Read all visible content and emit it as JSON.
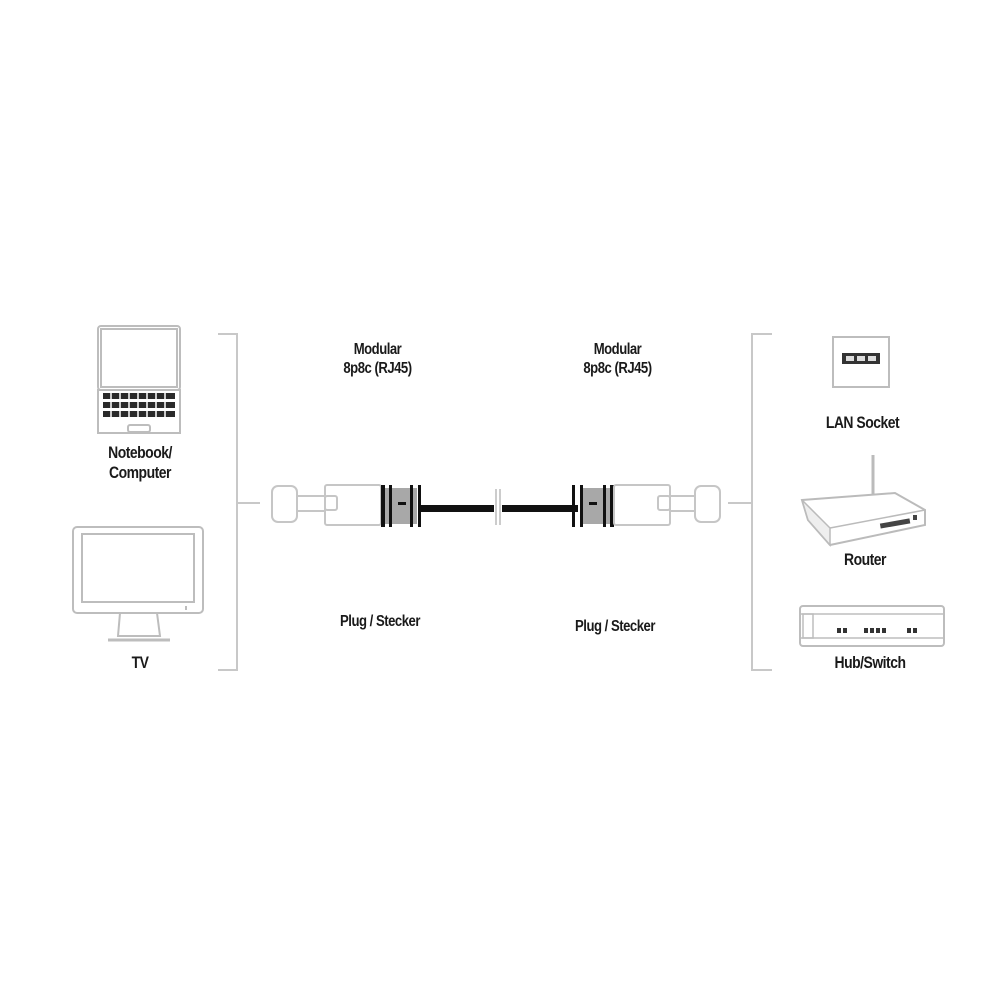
{
  "diagram": {
    "left_devices": [
      {
        "name": "Notebook/ Computer",
        "line1": "Notebook/",
        "line2": "Computer",
        "icon": "laptop-icon"
      },
      {
        "name": "TV",
        "line1": "TV",
        "icon": "tv-icon"
      }
    ],
    "connectors": {
      "left": {
        "top_line1": "Modular",
        "top_line2": "8p8c (RJ45)",
        "bottom": "Plug / Stecker"
      },
      "right": {
        "top_line1": "Modular",
        "top_line2": "8p8c (RJ45)",
        "bottom": "Plug / Stecker"
      }
    },
    "right_devices": [
      {
        "name": "LAN Socket",
        "icon": "lan-socket-icon"
      },
      {
        "name": "Router",
        "icon": "router-icon"
      },
      {
        "name": "Hub/Switch",
        "icon": "hub-switch-icon"
      }
    ],
    "colors": {
      "line": "#c8c8c8",
      "cable": "#111111",
      "text": "#1a1a1a",
      "boot_shade": "#a0a0a0"
    }
  }
}
